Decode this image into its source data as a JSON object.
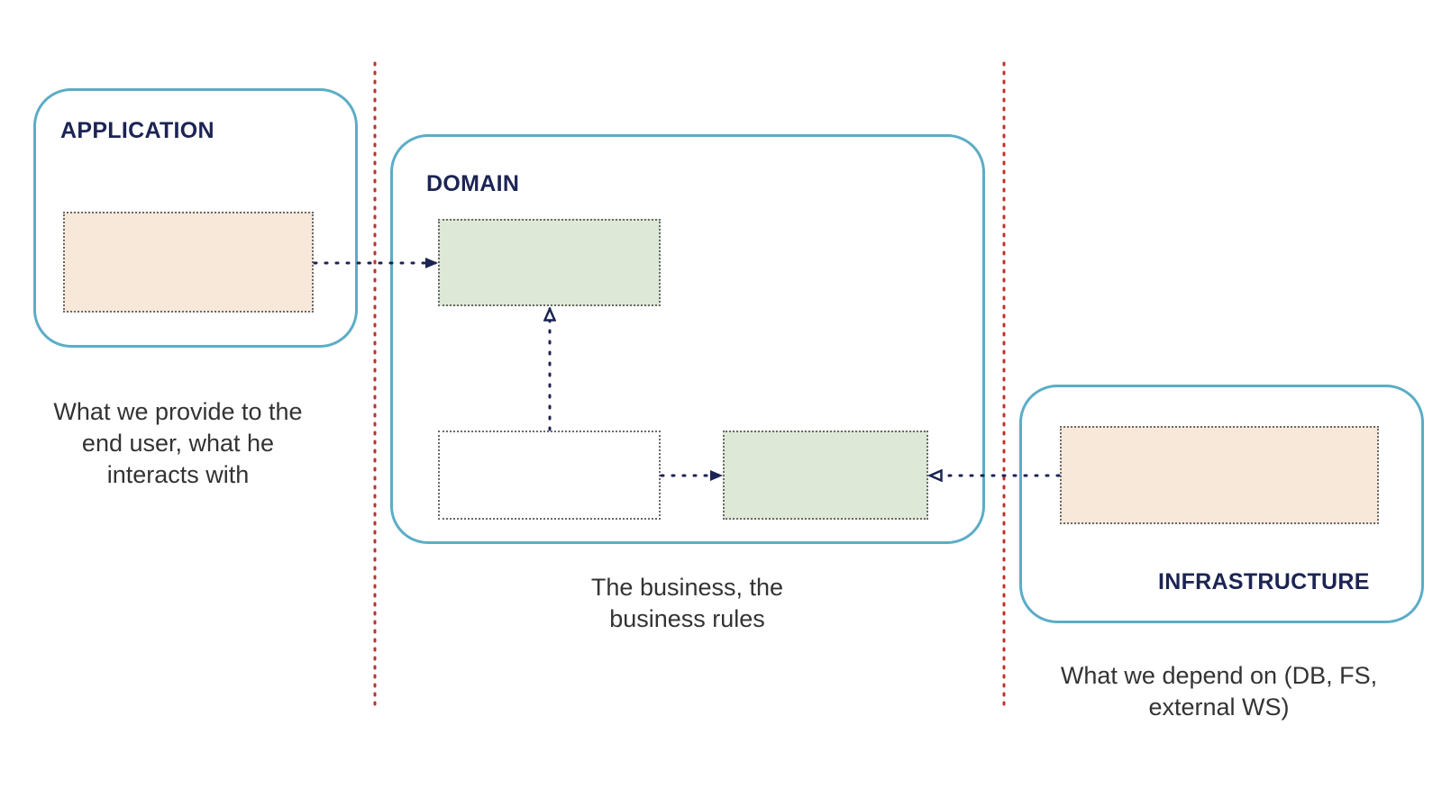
{
  "layers": {
    "application": {
      "title": "APPLICATION",
      "caption": "What we provide to the end user, what he interacts with"
    },
    "domain": {
      "title": "DOMAIN",
      "caption": "The business, the business rules"
    },
    "infrastructure": {
      "title": "INFRASTRUCTURE",
      "caption": "What we depend on (DB, FS, external WS)"
    }
  },
  "colors": {
    "layer_border": "#5badc6",
    "title_text": "#1c2454",
    "arrow": "#1c2454",
    "boundary": "#c0302b",
    "peach_fill": "#f8e8d9",
    "green_fill": "#dde8d6"
  },
  "edges": [
    {
      "from": "application-component",
      "to": "domain-component-top",
      "head": "filled"
    },
    {
      "from": "domain-component-bottom-left",
      "to": "domain-component-top",
      "head": "hollow"
    },
    {
      "from": "domain-component-bottom-left",
      "to": "domain-component-bottom-right",
      "head": "filled"
    },
    {
      "from": "infrastructure-component",
      "to": "domain-component-bottom-right",
      "head": "hollow"
    }
  ]
}
